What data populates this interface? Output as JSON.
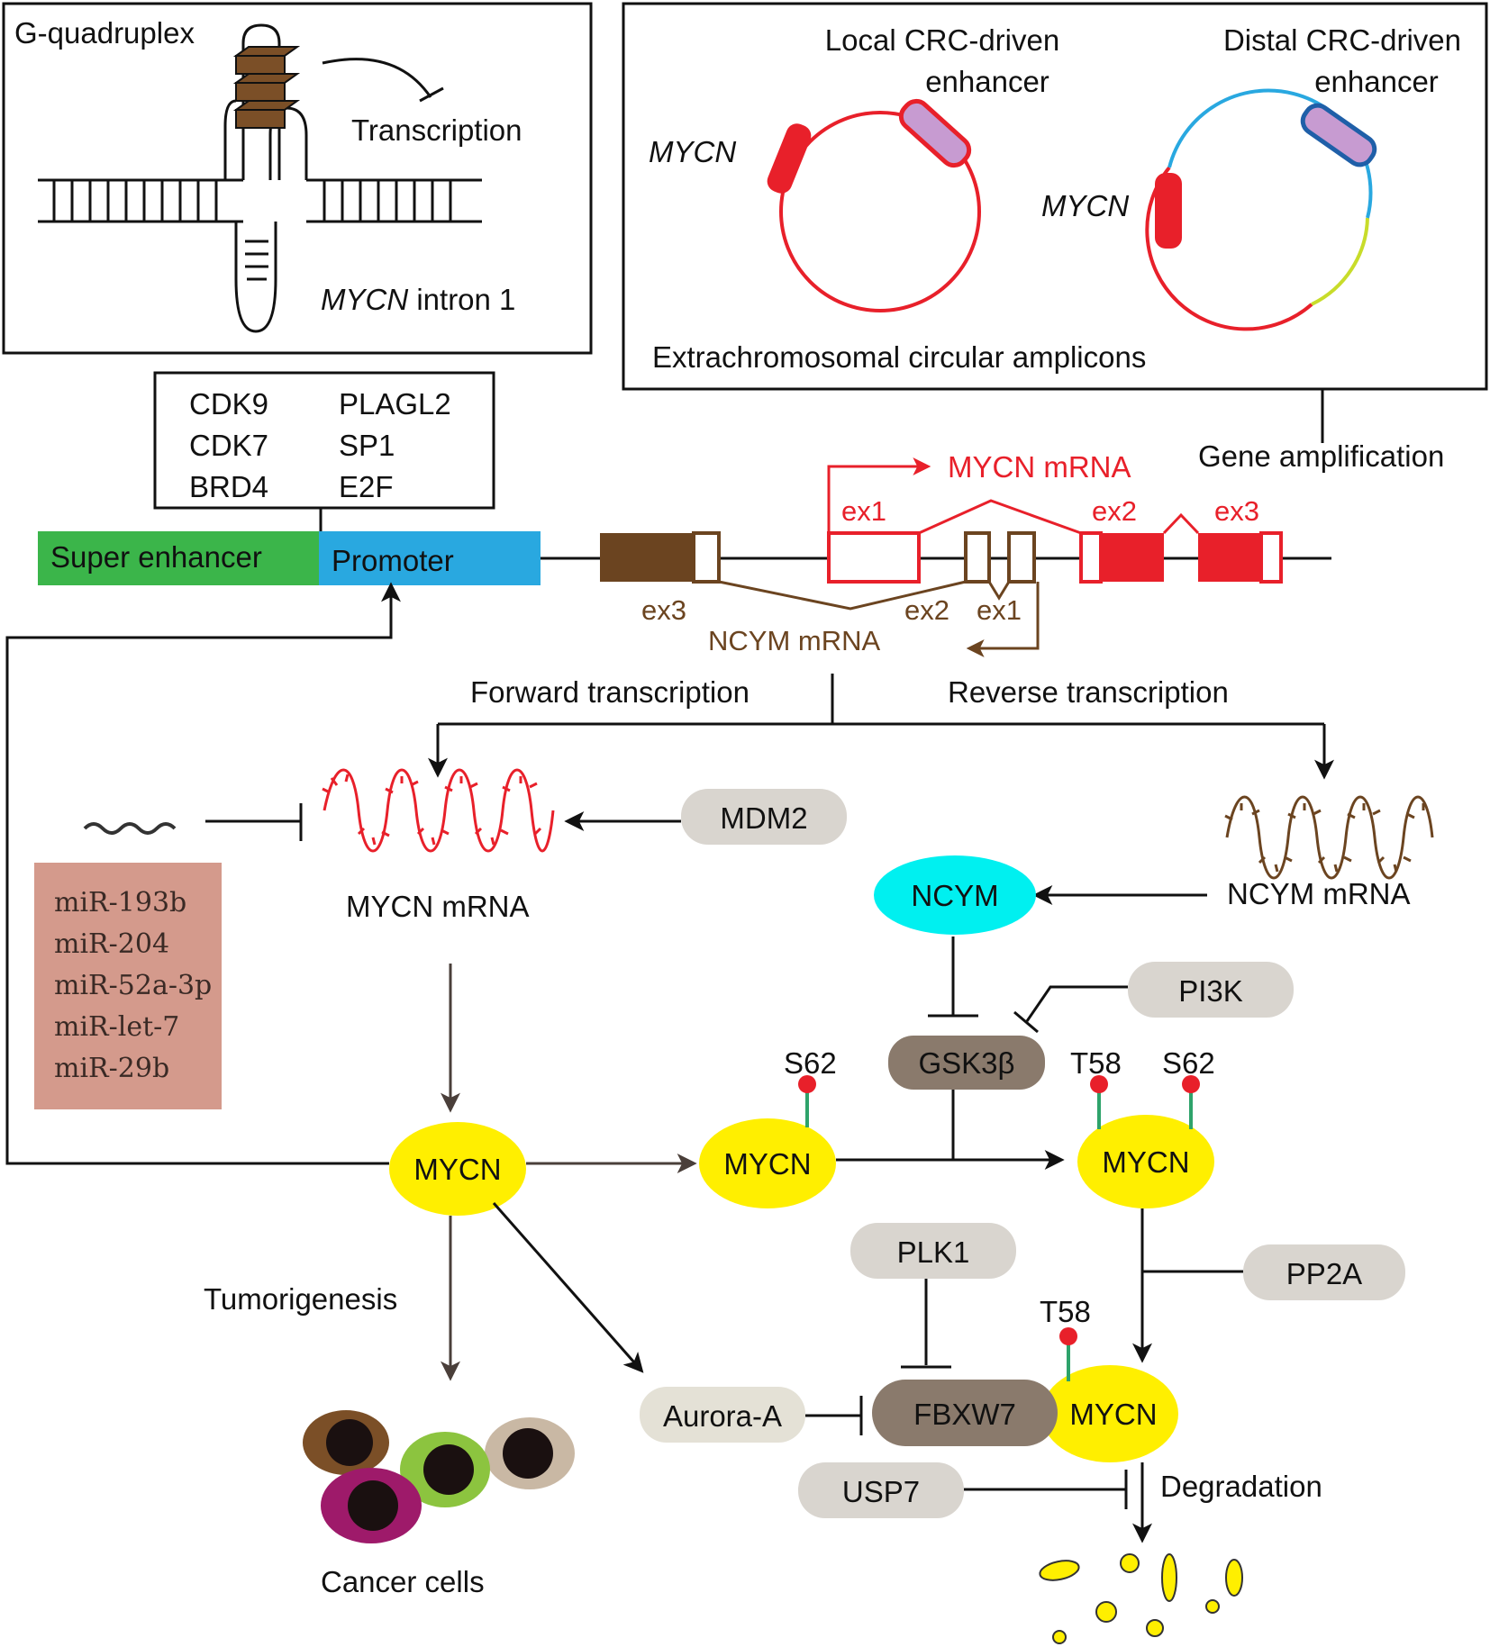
{
  "gquad": {
    "title": "G-quadruplex",
    "transcription": "Transcription",
    "intron_gene": "MYCN",
    "intron_suffix": " intron 1"
  },
  "ecdna": {
    "local_label_1": "Local CRC-driven",
    "local_label_2": "enhancer",
    "distal_label_1": "Distal CRC-driven",
    "distal_label_2": "enhancer",
    "gene_left": "MYCN",
    "gene_right": "MYCN",
    "caption": "Extrachromosomal circular amplicons",
    "amplification": "Gene amplification"
  },
  "factors": {
    "col1": [
      "CDK9",
      "CDK7",
      "BRD4"
    ],
    "col2": [
      "PLAGL2",
      "SP1",
      "E2F"
    ]
  },
  "locus": {
    "super_enhancer": "Super enhancer",
    "promoter": "Promoter",
    "mycn_mrna": "MYCN mRNA",
    "mycn_ex1": "ex1",
    "mycn_ex2": "ex2",
    "mycn_ex3": "ex3",
    "ncym_ex3": "ex3",
    "ncym_ex2": "ex2",
    "ncym_ex1": "ex1",
    "ncym_mrna": "NCYM mRNA"
  },
  "pathway": {
    "forward": "Forward transcription",
    "reverse": "Reverse transcription",
    "mdm2": "MDM2",
    "mycn_mrna": "MYCN mRNA",
    "ncym_mrna": "NCYM mRNA",
    "ncym": "NCYM",
    "pi3k": "PI3K",
    "gsk3b": "GSK3β",
    "s62_a": "S62",
    "t58_a": "T58",
    "s62_b": "S62",
    "mycn_main": "MYCN",
    "mycn_p1": "MYCN",
    "mycn_p2": "MYCN",
    "plk1": "PLK1",
    "pp2a": "PP2A",
    "t58_b": "T58",
    "tumorigenesis": "Tumorigenesis",
    "aurora": "Aurora-A",
    "fbxw7": "FBXW7",
    "mycn_deg": "MYCN",
    "usp7": "USP7",
    "degradation": "Degradation",
    "cancer_cells": "Cancer cells"
  },
  "mirnas": [
    "miR-193b",
    "miR-204",
    "miR-52a-3p",
    "miR-let-7",
    "miR-29b"
  ],
  "colors": {
    "mycn_red": "#e8202a",
    "ncym_brown": "#6b4420",
    "super_enhancer_green": "#3bb54a",
    "promoter_blue": "#29a8e0",
    "mycn_yellow": "#ffef00",
    "ncym_cyan": "#00f0f0",
    "grey_pill": "#d9d5cf",
    "gsk_brown": "#8a7a6c",
    "mirna_box": "#d49a8c",
    "phospho_red": "#e8202a",
    "phospho_stem": "#2ea36b"
  }
}
